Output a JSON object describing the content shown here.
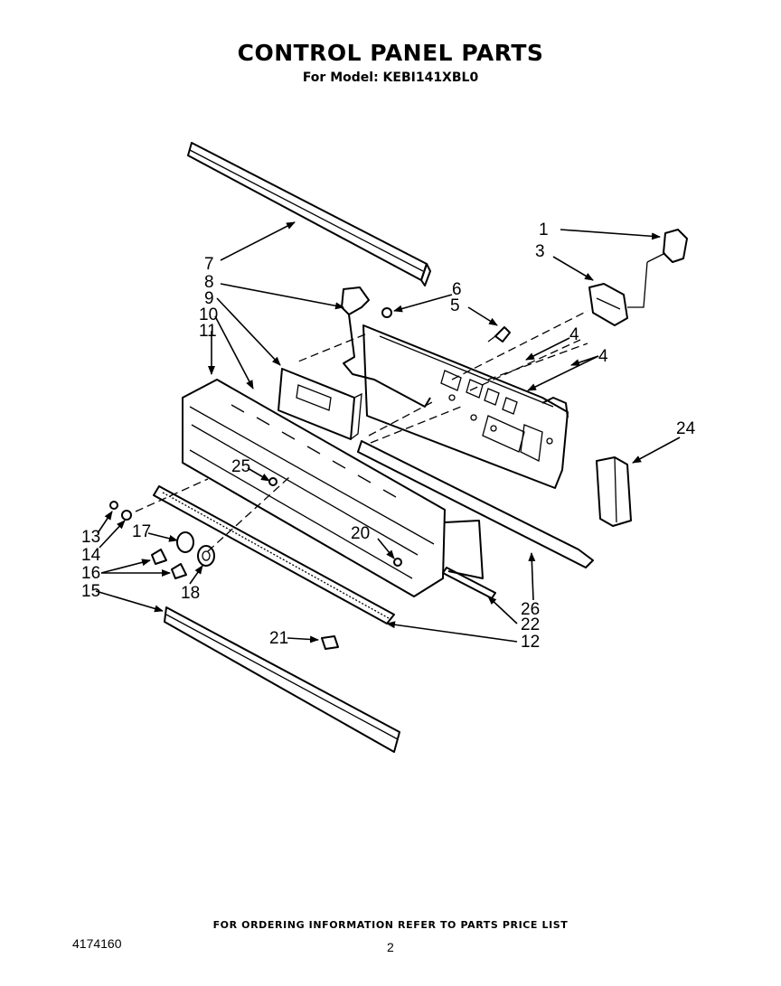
{
  "header": {
    "title": "CONTROL PANEL PARTS",
    "subtitle": "For Model: KEBI141XBL0"
  },
  "footer": {
    "note": "FOR ORDERING INFORMATION REFER TO PARTS PRICE LIST",
    "doc_number": "4174160",
    "page_number": "2"
  },
  "callouts": {
    "c1": "1",
    "c3": "3",
    "c4a": "4",
    "c4b": "4",
    "c5": "5",
    "c6": "6",
    "c7": "7",
    "c8": "8",
    "c9": "9",
    "c10": "10",
    "c11": "11",
    "c12": "12",
    "c13": "13",
    "c14": "14",
    "c15": "15",
    "c16": "16",
    "c17": "17",
    "c18": "18",
    "c20": "20",
    "c21": "21",
    "c22": "22",
    "c24": "24",
    "c25": "25",
    "c26": "26"
  }
}
